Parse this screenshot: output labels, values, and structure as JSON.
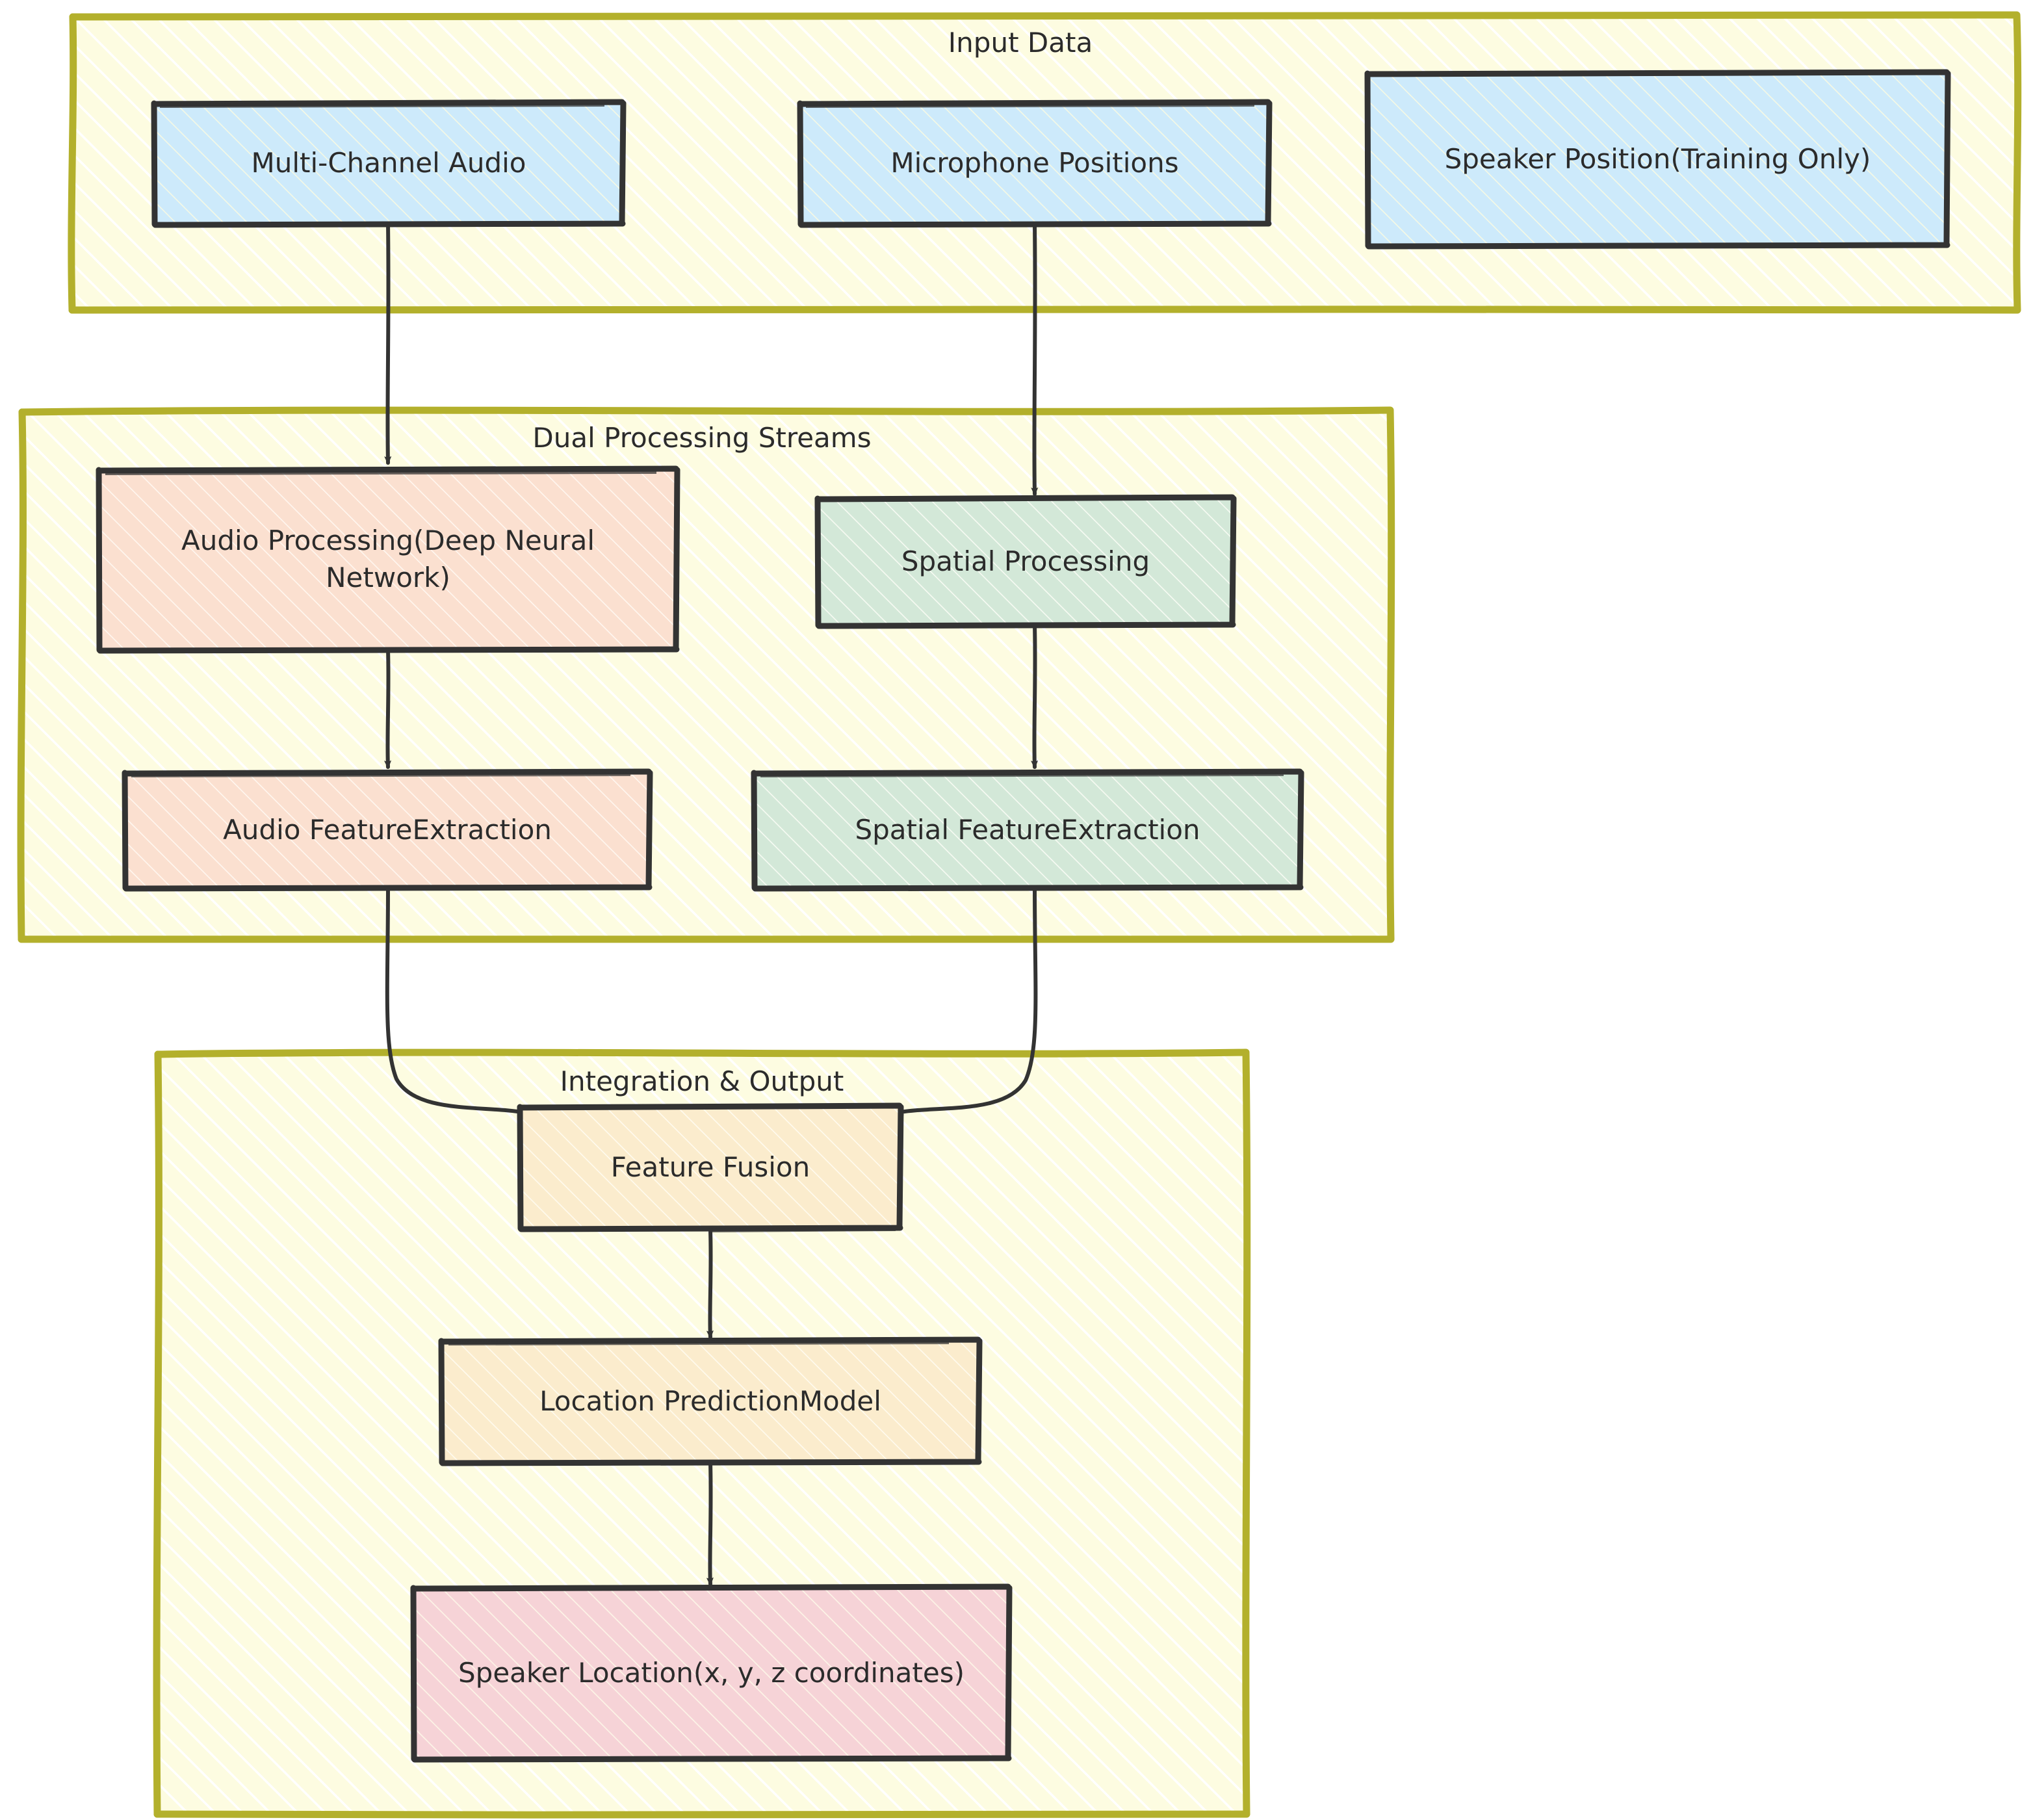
{
  "diagram": {
    "type": "flowchart",
    "direction": "top-down",
    "style": "hand-drawn-sketch",
    "title_visible": false,
    "colors": {
      "subgraph_fill": "#fdfce1",
      "subgraph_border": "#b3b02c",
      "node_border": "#333333",
      "input_fill": "#cdeafb",
      "audio_fill": "#fbe0d0",
      "spatial_fill": "#d3e8d8",
      "integration_fill": "#fbeccd",
      "output_fill": "#f6d3d7",
      "edge": "#333333",
      "text": "#2b2b2b"
    }
  },
  "subgraphs": [
    {
      "id": "input-data",
      "label": "Input Data"
    },
    {
      "id": "dual-streams",
      "label": "Dual Processing Streams"
    },
    {
      "id": "integration-output",
      "label": "Integration & Output"
    }
  ],
  "nodes": [
    {
      "id": "multi-channel-audio",
      "label": "Multi-Channel Audio",
      "group": "input-data",
      "fill": "#cdeafb"
    },
    {
      "id": "microphone-positions",
      "label": "Microphone Positions",
      "group": "input-data",
      "fill": "#cdeafb"
    },
    {
      "id": "speaker-position",
      "label": "Speaker Position(Training Only)",
      "group": "input-data",
      "fill": "#cdeafb"
    },
    {
      "id": "audio-processing",
      "label": "Audio Processing(Deep Neural Network)",
      "group": "dual-streams",
      "fill": "#fbe0d0"
    },
    {
      "id": "spatial-processing",
      "label": "Spatial Processing",
      "group": "dual-streams",
      "fill": "#d3e8d8"
    },
    {
      "id": "audio-feature-extraction",
      "label": "Audio FeatureExtraction",
      "group": "dual-streams",
      "fill": "#fbe0d0"
    },
    {
      "id": "spatial-feature-extraction",
      "label": "Spatial FeatureExtraction",
      "group": "dual-streams",
      "fill": "#d3e8d8"
    },
    {
      "id": "feature-fusion",
      "label": "Feature Fusion",
      "group": "integration-output",
      "fill": "#fbeccd"
    },
    {
      "id": "location-prediction-model",
      "label": "Location PredictionModel",
      "group": "integration-output",
      "fill": "#fbeccd"
    },
    {
      "id": "speaker-location",
      "label": "Speaker Location(x, y, z coordinates)",
      "group": "integration-output",
      "fill": "#f6d3d7"
    }
  ],
  "edges": [
    {
      "from": "multi-channel-audio",
      "to": "audio-processing",
      "style": "arrow-straight"
    },
    {
      "from": "microphone-positions",
      "to": "spatial-processing",
      "style": "arrow-straight"
    },
    {
      "from": "audio-processing",
      "to": "audio-feature-extraction",
      "style": "arrow-straight"
    },
    {
      "from": "spatial-processing",
      "to": "spatial-feature-extraction",
      "style": "arrow-straight"
    },
    {
      "from": "audio-feature-extraction",
      "to": "feature-fusion",
      "style": "arrow-curved"
    },
    {
      "from": "spatial-feature-extraction",
      "to": "feature-fusion",
      "style": "arrow-curved"
    },
    {
      "from": "feature-fusion",
      "to": "location-prediction-model",
      "style": "arrow-straight"
    },
    {
      "from": "location-prediction-model",
      "to": "speaker-location",
      "style": "arrow-straight"
    }
  ]
}
